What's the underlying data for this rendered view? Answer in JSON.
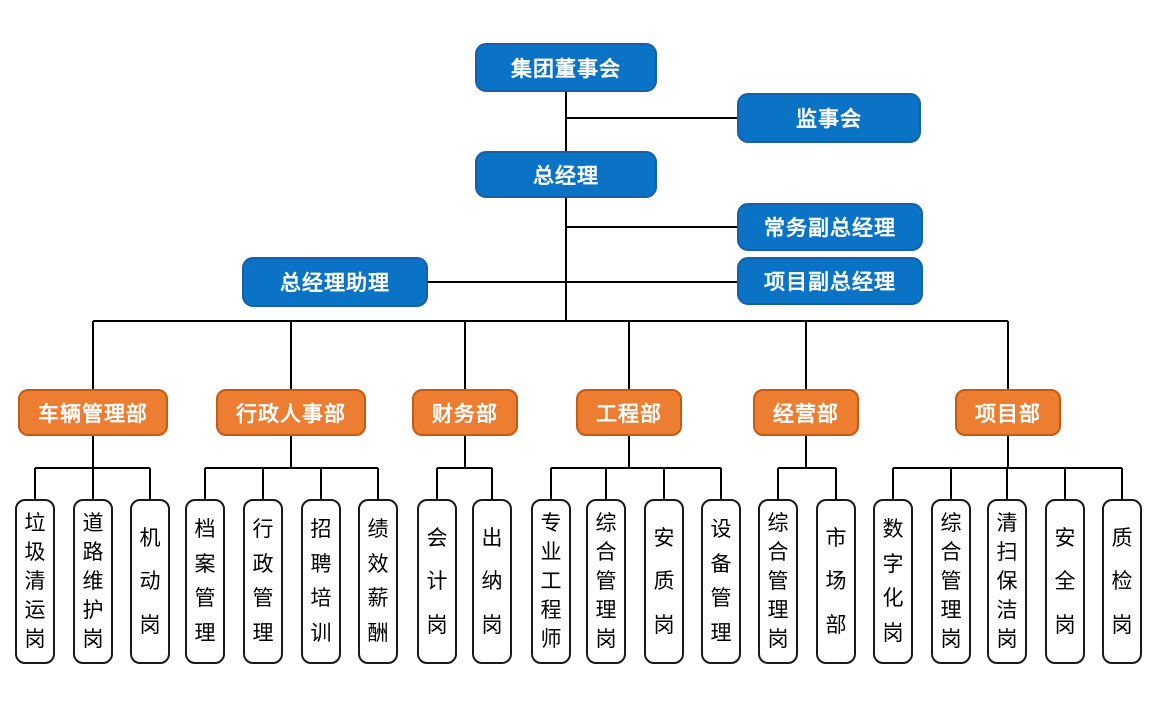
{
  "org_chart": {
    "executive_nodes": {
      "board": {
        "label": "集团董事会"
      },
      "supervisory_board": {
        "label": "监事会"
      },
      "general_manager": {
        "label": "总经理"
      },
      "executive_deputy_gm": {
        "label": "常务副总经理"
      },
      "gm_assistant": {
        "label": "总经理助理"
      },
      "project_deputy_gm": {
        "label": "项目副总经理"
      }
    },
    "departments": [
      {
        "label": "车辆管理部",
        "positions": [
          "垃圾清运岗",
          "道路维护岗",
          "机动岗"
        ]
      },
      {
        "label": "行政人事部",
        "positions": [
          "档案管理",
          "行政管理",
          "招聘培训",
          "绩效薪酬"
        ]
      },
      {
        "label": "财务部",
        "positions": [
          "会计岗",
          "出纳岗"
        ]
      },
      {
        "label": "工程部",
        "positions": [
          "专业工程师",
          "综合管理岗",
          "安质岗",
          "设备管理"
        ]
      },
      {
        "label": "经营部",
        "positions": [
          "综合管理岗",
          "市场部"
        ]
      },
      {
        "label": "项目部",
        "positions": [
          "数字化岗",
          "综合管理岗",
          "清扫保洁岗",
          "安全岗",
          "质检岗"
        ]
      }
    ],
    "colors": {
      "executive_fill": "#0B73C6",
      "executive_border": "#1560A8",
      "department_fill": "#ED7D31",
      "department_border": "#C55A11",
      "position_fill": "#FFFFFF",
      "position_border": "#1A1A1A",
      "connector": "#000000",
      "text_on_fill": "#FFFFFF",
      "position_text": "#000000",
      "background": "#FFFFFF"
    }
  }
}
